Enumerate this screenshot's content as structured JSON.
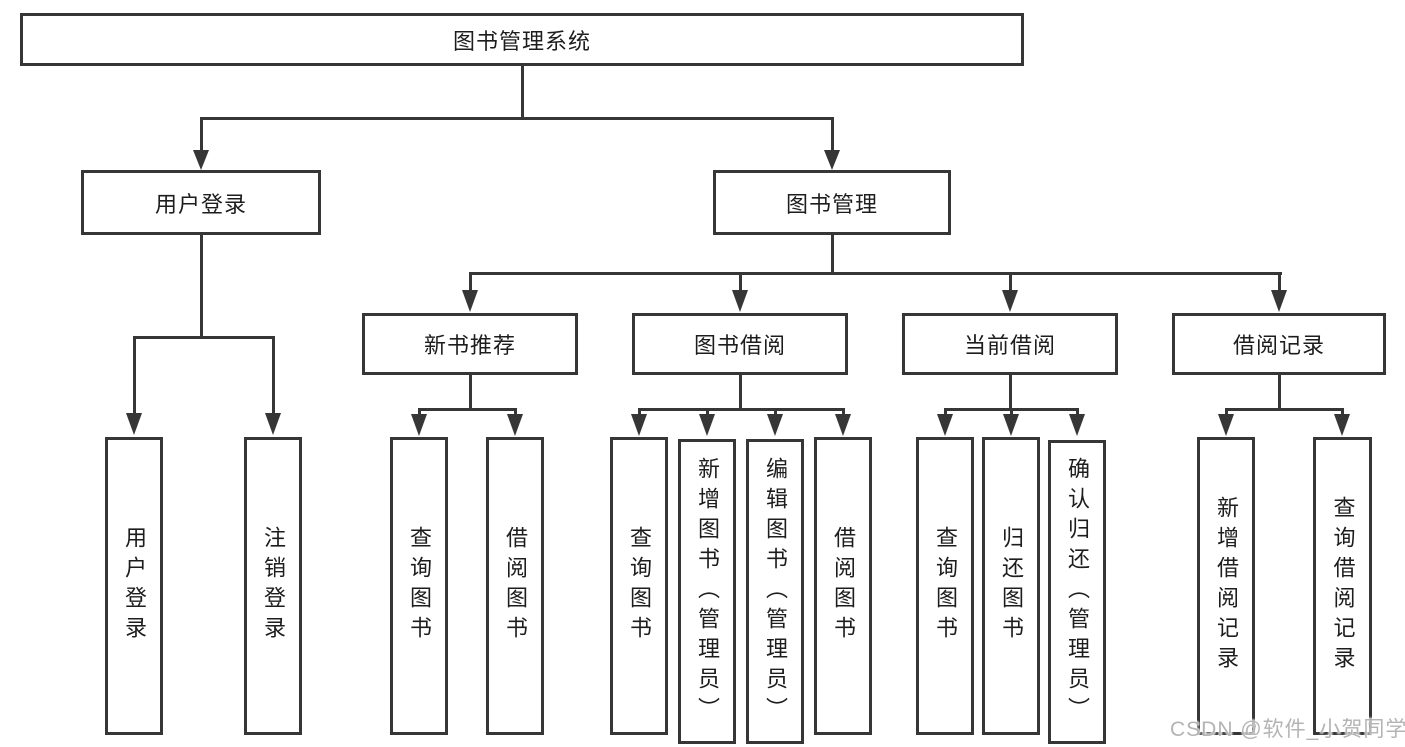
{
  "diagram_type": "hierarchy-tree",
  "colors": {
    "line": "#363636",
    "text": "#1d1d1d",
    "background": "#ffffff",
    "watermark": "#b4b4b4"
  },
  "watermark": "CSDN @软件_小贺同学",
  "nodes": {
    "root": {
      "label": "图书管理系统"
    },
    "level2": [
      {
        "label": "用户登录"
      },
      {
        "label": "图书管理"
      }
    ],
    "level3": [
      {
        "label": "新书推荐"
      },
      {
        "label": "图书借阅"
      },
      {
        "label": "当前借阅"
      },
      {
        "label": "借阅记录"
      }
    ],
    "leaf_groups": [
      {
        "parent": "用户登录",
        "items": [
          {
            "label": "用户登录"
          },
          {
            "label": "注销登录"
          }
        ]
      },
      {
        "parent": "新书推荐",
        "items": [
          {
            "label": "查询图书"
          },
          {
            "label": "借阅图书"
          }
        ]
      },
      {
        "parent": "图书借阅",
        "items": [
          {
            "label": "查询图书"
          },
          {
            "label": "新增图书（管理员）"
          },
          {
            "label": "编辑图书（管理员）"
          },
          {
            "label": "借阅图书"
          }
        ]
      },
      {
        "parent": "当前借阅",
        "items": [
          {
            "label": "查询图书"
          },
          {
            "label": "归还图书"
          },
          {
            "label": "确认归还（管理员）"
          }
        ]
      },
      {
        "parent": "借阅记录",
        "items": [
          {
            "label": "新增借阅记录"
          },
          {
            "label": "查询借阅记录"
          }
        ]
      }
    ]
  }
}
